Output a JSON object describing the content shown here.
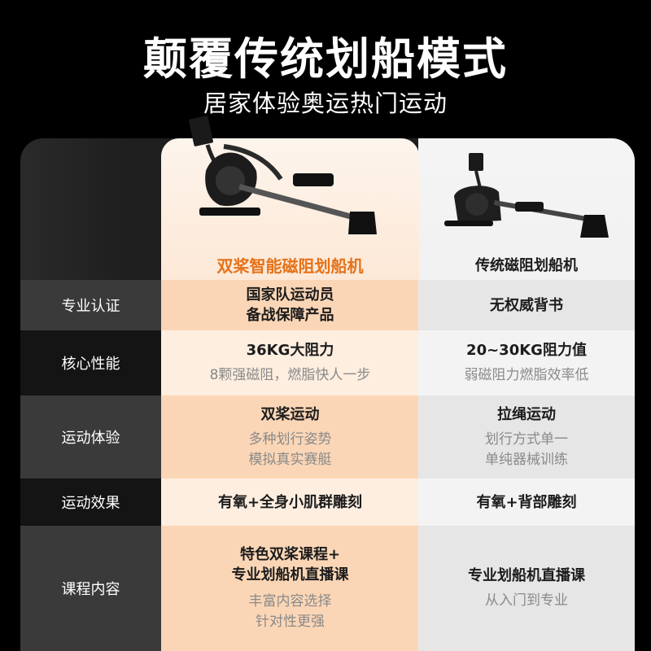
{
  "title": "颠覆传统划船模式",
  "subtitle": "居家体验奥运热门运动",
  "products": {
    "main": "双桨智能磁阻划船机",
    "other": "传统磁阻划船机"
  },
  "rows": [
    {
      "label": "专业认证",
      "main": [
        "国家队运动员",
        "备战保障产品"
      ],
      "main_sub": [],
      "other": [
        "无权威背书"
      ],
      "other_sub": []
    },
    {
      "label": "核心性能",
      "main": [
        "36KG大阻力"
      ],
      "main_sub": [
        "8颗强磁阻，燃脂快人一步"
      ],
      "other": [
        "20~30KG阻力值"
      ],
      "other_sub": [
        "弱磁阻力燃脂效率低"
      ]
    },
    {
      "label": "运动体验",
      "main": [
        "双桨运动"
      ],
      "main_sub": [
        "多种划行姿势",
        "模拟真实赛艇"
      ],
      "other": [
        "拉绳运动"
      ],
      "other_sub": [
        "划行方式单一",
        "单纯器械训练"
      ]
    },
    {
      "label": "运动效果",
      "main": [
        "有氧+全身小肌群雕刻"
      ],
      "main_sub": [],
      "other": [
        "有氧+背部雕刻"
      ],
      "other_sub": []
    },
    {
      "label": "课程内容",
      "main": [
        "特色双桨课程+",
        "专业划船机直播课"
      ],
      "main_sub": [
        "丰富内容选择",
        "针对性更强"
      ],
      "other": [
        "专业划船机直播课"
      ],
      "other_sub": [
        "从入门到专业"
      ]
    }
  ],
  "colors": {
    "accent": "#e5721a",
    "bg": "#000000",
    "panel": "#1e1e1e"
  }
}
